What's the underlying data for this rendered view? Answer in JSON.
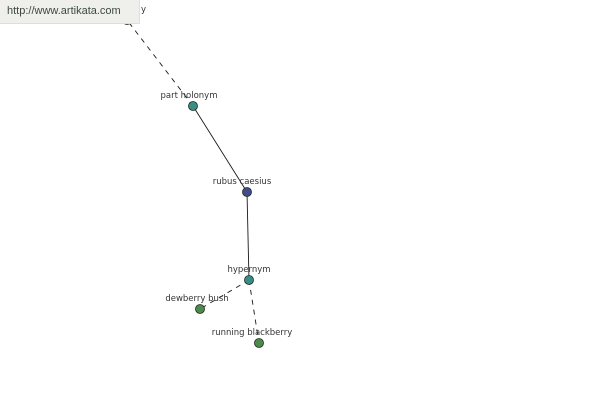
{
  "header": {
    "url": "http://www.artikata.com"
  },
  "graph": {
    "colors": {
      "focus_node": "#404c8c",
      "relation_node": "#3a8c86",
      "leaf_node": "#4e8a4e",
      "node_stroke": "#1c2a1c",
      "edge": "#1a1a1a"
    },
    "nodes": {
      "top_partial": {
        "label": "y",
        "kind": "leaf",
        "icon": "circle"
      },
      "part_holonym": {
        "label": "part holonym",
        "kind": "relation",
        "icon": "circle"
      },
      "rubus_caesius": {
        "label": "rubus caesius",
        "kind": "focus",
        "icon": "circle"
      },
      "hypernym": {
        "label": "hypernym",
        "kind": "relation",
        "icon": "circle"
      },
      "dewberry_bush": {
        "label": "dewberry bush",
        "kind": "leaf",
        "icon": "circle"
      },
      "running_blackberry": {
        "label": "running blackberry",
        "kind": "leaf",
        "icon": "circle"
      }
    },
    "edges": [
      {
        "from": "part_holonym",
        "to": "top_partial",
        "style": "dashed"
      },
      {
        "from": "rubus_caesius",
        "to": "part_holonym",
        "style": "solid"
      },
      {
        "from": "rubus_caesius",
        "to": "hypernym",
        "style": "solid"
      },
      {
        "from": "hypernym",
        "to": "dewberry_bush",
        "style": "dashed"
      },
      {
        "from": "hypernym",
        "to": "running_blackberry",
        "style": "dashed"
      }
    ]
  }
}
